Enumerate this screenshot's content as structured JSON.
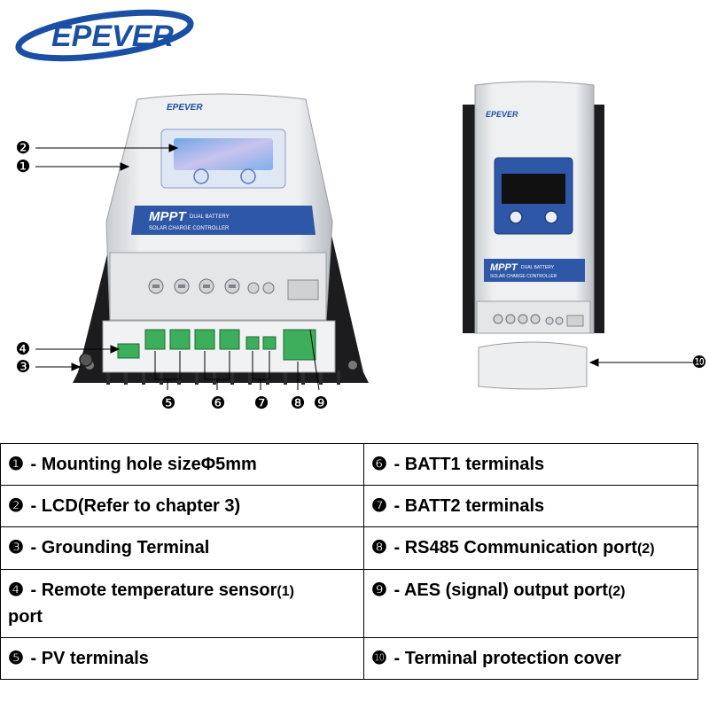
{
  "brand": {
    "logo_text": "EPEVER",
    "logo_color": "#1b4fa3"
  },
  "device_left": {
    "badge_title": "MPPT",
    "badge_line1": "DUAL BATTERY",
    "badge_line2": "SOLAR CHARGE CONTROLLER",
    "brand_small": "EPEVER"
  },
  "device_right": {
    "badge_title": "MPPT",
    "badge_line1": "DUAL BATTERY",
    "badge_line2": "SOLAR CHARGE CONTROLLER",
    "brand_small": "EPEVER"
  },
  "callouts": [
    "❷",
    "❶",
    "❹",
    "❸",
    "❺",
    "❻",
    "❼",
    "❽",
    "❾",
    "❿"
  ],
  "legend": {
    "rows": [
      {
        "left": {
          "num": "❶",
          "text": " - Mounting hole sizeΦ5mm",
          "sup": ""
        },
        "right": {
          "num": "❻",
          "text": " - BATT1 terminals",
          "sup": ""
        }
      },
      {
        "left": {
          "num": "❷",
          "text": " - LCD(Refer to chapter 3)",
          "sup": ""
        },
        "right": {
          "num": "❼",
          "text": " - BATT2 terminals",
          "sup": ""
        }
      },
      {
        "left": {
          "num": "❸",
          "text": " - Grounding Terminal",
          "sup": ""
        },
        "right": {
          "num": "❽",
          "text": " - RS485 Communication port",
          "sup": "(2)"
        }
      },
      {
        "left": {
          "num": "❹",
          "text": " - Remote temperature sensor",
          "sup": "(1)",
          "tail": " port"
        },
        "right": {
          "num": "❾",
          "text": " - AES (signal) output port",
          "sup": "(2)"
        }
      },
      {
        "left": {
          "num": "❺",
          "text": " - PV terminals",
          "sup": ""
        },
        "right": {
          "num": "❿",
          "text": " - Terminal protection cover",
          "sup": ""
        }
      }
    ]
  }
}
